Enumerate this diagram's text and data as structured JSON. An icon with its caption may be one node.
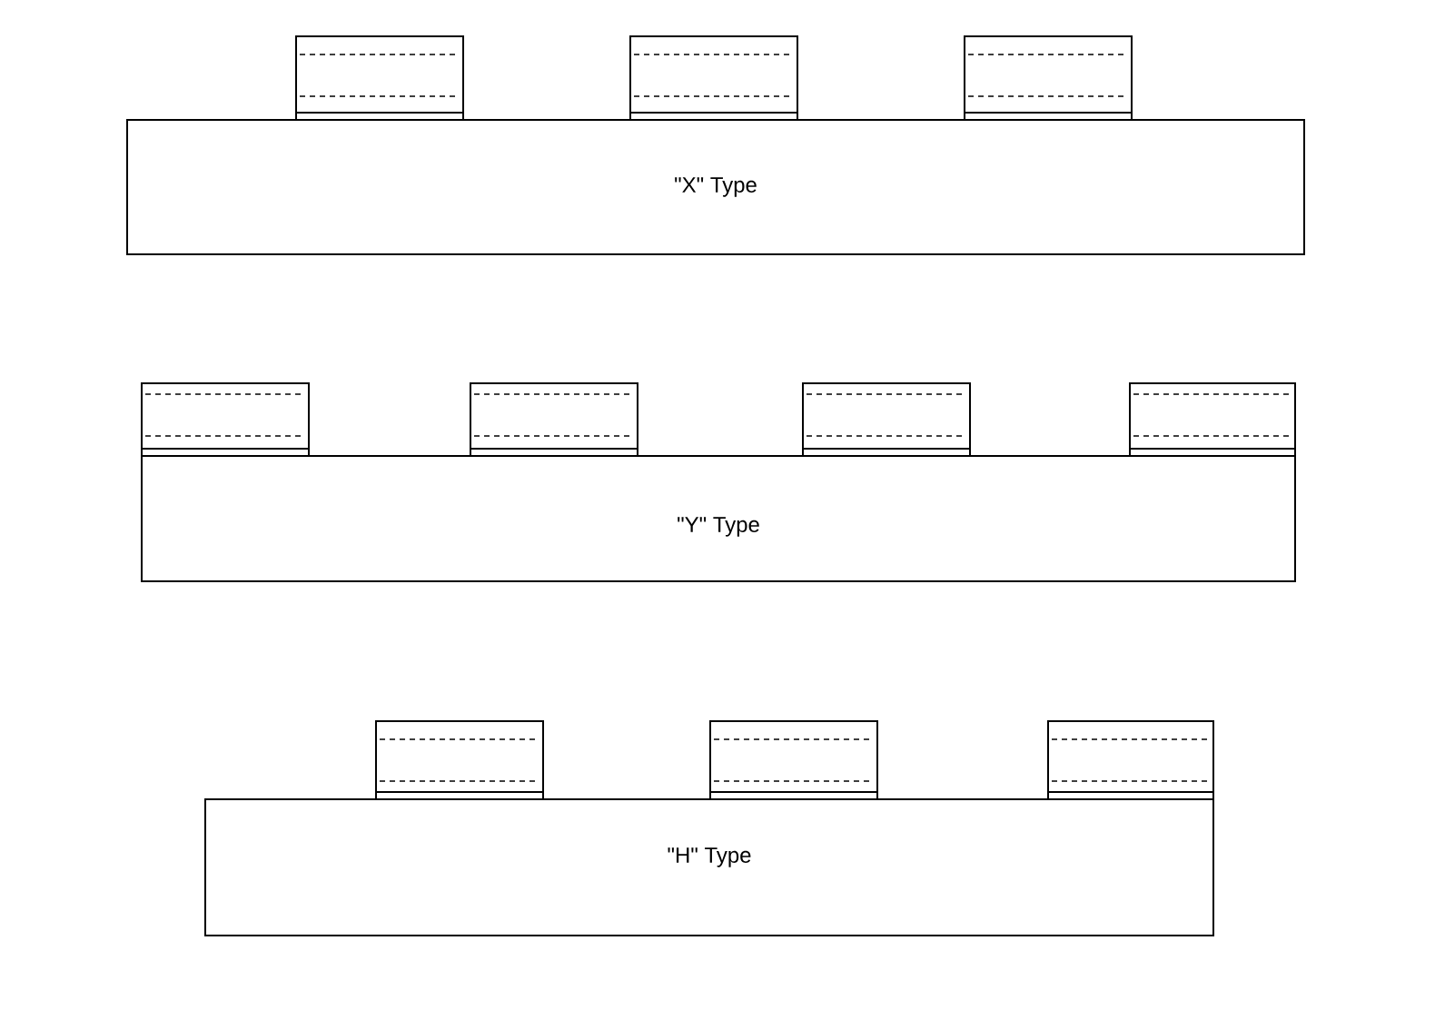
{
  "diagram": {
    "nodes": [
      {
        "text": [],
        "shape": "box"
      },
      {
        "text": [],
        "shape": "box"
      },
      {
        "text": [],
        "shape": "box"
      },
      {
        "text": [
          "\"X\" Type"
        ]
      },
      {
        "text": [],
        "shape": "box"
      },
      {
        "text": [],
        "shape": "box"
      },
      {
        "text": [],
        "shape": "box"
      },
      {
        "text": [],
        "shape": "box"
      },
      {
        "text": [
          "\"Y\" Type"
        ]
      },
      {
        "text": [],
        "shape": "box"
      },
      {
        "text": [],
        "shape": "box"
      },
      {
        "text": [],
        "shape": "box"
      },
      {
        "text": [
          "\"H\" Type"
        ]
      }
    ]
  }
}
